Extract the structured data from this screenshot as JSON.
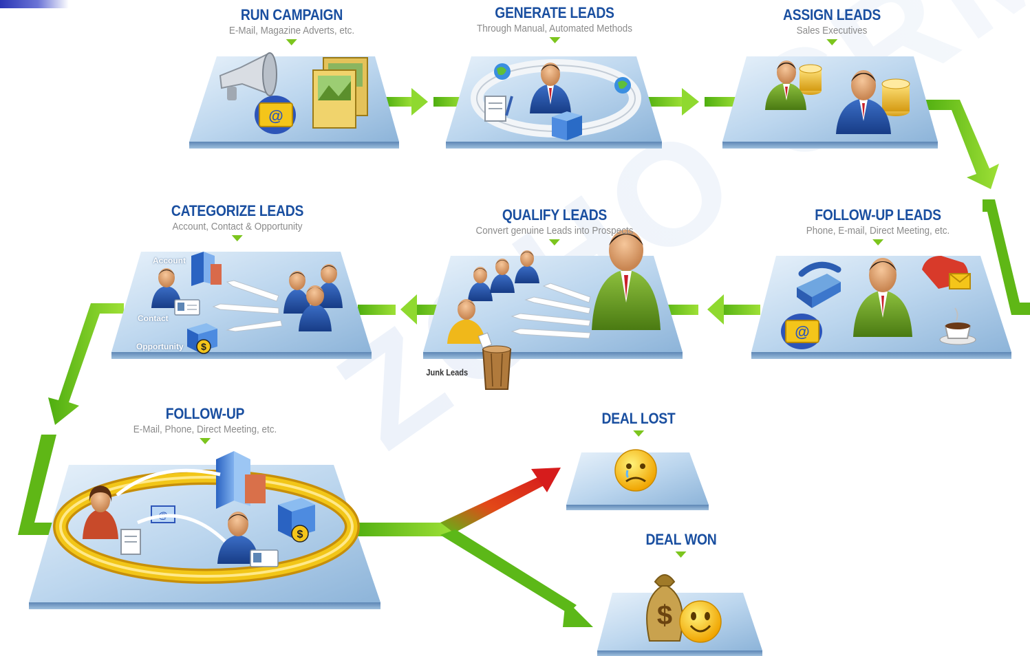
{
  "steps": {
    "run_campaign": {
      "title": "RUN CAMPAIGN",
      "subtitle": "E-Mail, Magazine Adverts, etc."
    },
    "generate_leads": {
      "title": "GENERATE LEADS",
      "subtitle": "Through Manual, Automated Methods"
    },
    "assign_leads": {
      "title": "ASSIGN LEADS",
      "subtitle": "Sales Executives"
    },
    "follow_up_leads": {
      "title": "FOLLOW-UP LEADS",
      "subtitle": "Phone, E-mail, Direct Meeting, etc."
    },
    "qualify_leads": {
      "title": "QUALIFY LEADS",
      "subtitle": "Convert genuine Leads into Prospects"
    },
    "categorize_leads": {
      "title": "CATEGORIZE LEADS",
      "subtitle": "Account, Contact & Opportunity"
    },
    "follow_up": {
      "title": "FOLLOW-UP",
      "subtitle": "E-Mail, Phone, Direct Meeting, etc."
    },
    "deal_lost": {
      "title": "DEAL LOST"
    },
    "deal_won": {
      "title": "DEAL WON"
    }
  },
  "tags": {
    "account": "Account",
    "contact": "Contact",
    "opportunity": "Opportunity",
    "junk_leads": "Junk Leads"
  },
  "colors": {
    "title": "#1a4fa0",
    "subtitle": "#8a8a8a",
    "arrow_green": "#6cc21a",
    "arrow_red": "#e2331b",
    "platform_light": "#d7e8f6",
    "platform_dark": "#8db4d9",
    "ring_gold": "#f2c618"
  },
  "icons": [
    "megaphone-icon",
    "email-icon",
    "magazine-icon",
    "globe-icon",
    "document-icon",
    "person-icon",
    "coins-icon",
    "phone-icon",
    "mailbox-icon",
    "coffee-icon",
    "building-icon",
    "id-card-icon",
    "dollar-box-icon",
    "trash-bin-icon",
    "sad-face-icon",
    "money-bag-icon",
    "smiley-icon"
  ]
}
